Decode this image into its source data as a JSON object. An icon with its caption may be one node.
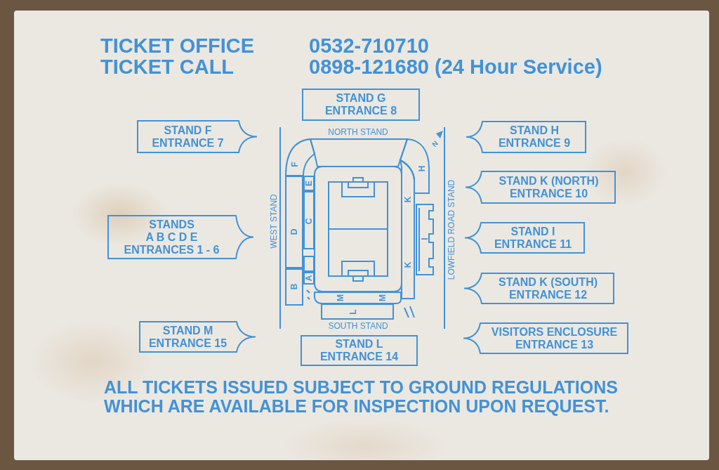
{
  "diagram": {
    "nodes": [
      {
        "text": [
          "STAND G",
          "ENTRANCE 8"
        ]
      },
      {
        "text": [
          "STAND F",
          "ENTRANCE 7"
        ]
      },
      {
        "text": [
          "STAND H",
          "ENTRANCE 9"
        ]
      },
      {
        "text": [
          "STAND K (NORTH)",
          "ENTRANCE 10"
        ]
      },
      {
        "text": [
          "STANDS",
          "A B C D E",
          "ENTRANCES 1 - 6"
        ]
      },
      {
        "text": [
          "STAND I",
          "ENTRANCE 11"
        ]
      },
      {
        "text": [
          "STAND K (SOUTH)",
          "ENTRANCE 12"
        ]
      },
      {
        "text": [
          "STAND M",
          "ENTRANCE 15"
        ]
      },
      {
        "text": [
          "VISITORS ENCLOSURE",
          "ENTRANCE 13"
        ]
      },
      {
        "text": [
          "STAND L",
          "ENTRANCE 14"
        ]
      },
      {
        "text": [
          "F"
        ]
      },
      {
        "text": [
          "H"
        ]
      },
      {
        "text": [
          "E"
        ]
      },
      {
        "text": [
          "D"
        ]
      },
      {
        "text": [
          "C"
        ]
      },
      {
        "text": [
          "K",
          "K"
        ]
      },
      {
        "text": [
          "I"
        ]
      },
      {
        "text": [
          "A"
        ]
      },
      {
        "text": [
          "B"
        ]
      },
      {
        "text": [
          "M",
          "M"
        ]
      },
      {
        "text": [
          "L"
        ]
      },
      {
        "text": [],
        "shape": "box"
      },
      {
        "text": [],
        "shape": "box"
      }
    ],
    "labels": [
      "TICKET OFFICE",
      "0532-710710",
      "TICKET CALL",
      "0898-121680 (24 Hour Service)",
      "NORTH STAND",
      "N",
      "WEST STAND",
      "LOWFIELD ROAD STAND",
      "SOUTH STAND",
      "ALL TICKETS ISSUED SUBJECT TO GROUND REGULATIONS WHICH ARE AVAILABLE FOR INSPECTION UPON REQUEST."
    ]
  }
}
